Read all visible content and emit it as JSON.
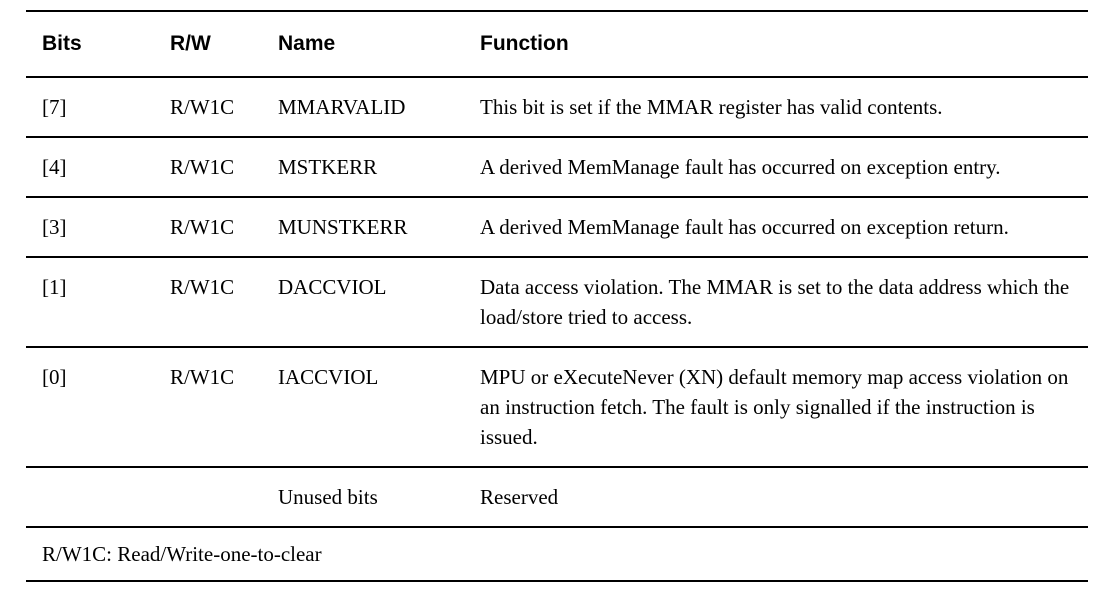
{
  "table": {
    "columns": [
      {
        "key": "bits",
        "label": "Bits"
      },
      {
        "key": "rw",
        "label": "R/W"
      },
      {
        "key": "name",
        "label": "Name"
      },
      {
        "key": "function",
        "label": "Function"
      }
    ],
    "rows": [
      {
        "bits": "[7]",
        "rw": "R/W1C",
        "name": "MMARVALID",
        "function": "This bit is set if the MMAR register has valid contents."
      },
      {
        "bits": "[4]",
        "rw": "R/W1C",
        "name": "MSTKERR",
        "function": "A derived MemManage fault has occurred on exception entry."
      },
      {
        "bits": "[3]",
        "rw": "R/W1C",
        "name": "MUNSTKERR",
        "function": "A derived MemManage fault has occurred on exception return."
      },
      {
        "bits": "[1]",
        "rw": "R/W1C",
        "name": "DACCVIOL",
        "function": "Data access violation. The MMAR is set to the data address which the load/store tried to access."
      },
      {
        "bits": "[0]",
        "rw": "R/W1C",
        "name": "IACCVIOL",
        "function": "MPU or eXecuteNever (XN) default memory map access violation on an instruction fetch. The fault is only signalled if the instruction is issued."
      },
      {
        "bits": "",
        "rw": "",
        "name": "Unused bits",
        "function": "Reserved"
      }
    ],
    "footnote": "R/W1C: Read/Write-one-to-clear",
    "rule_color": "#000000"
  }
}
